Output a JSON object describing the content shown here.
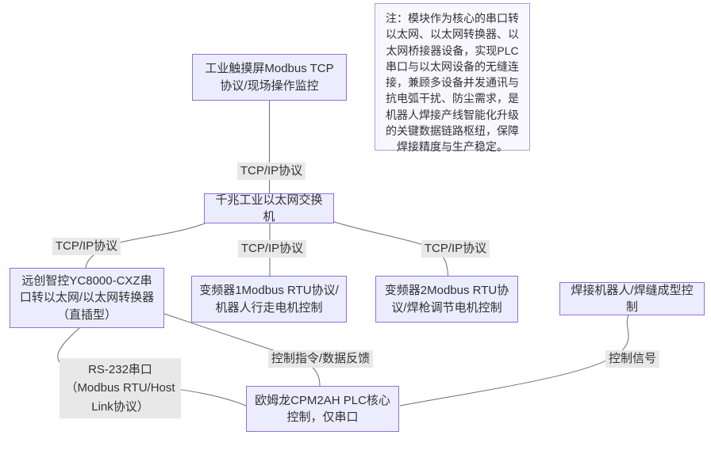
{
  "nodes": {
    "hmi": {
      "label": "工业触摸屏Modbus TCP协议/现场操作监控"
    },
    "switch": {
      "label": "千兆工业以太网交换机"
    },
    "converter": {
      "label": "远创智控YC8000-CXZ串口转以太网/以太网转换器（直插型）"
    },
    "vfd1": {
      "label": "变频器1Modbus RTU协议/机器人行走电机控制"
    },
    "vfd2": {
      "label": "变频器2Modbus RTU协议/焊枪调节电机控制"
    },
    "robot": {
      "label": "焊接机器人/焊缝成型控制"
    },
    "plc": {
      "label": "欧姆龙CPM2AH PLC核心控制，仅串口"
    }
  },
  "note": {
    "text": "注：模块作为核心的串口转以太网、以太网转换器、以太网桥接器设备，实现PLC串口与以太网设备的无缝连接，兼顾多设备并发通讯与抗电弧干扰、防尘需求，是机器人焊接产线智能化升级的关键数据链路枢纽，保障焊接精度与生产稳定。"
  },
  "edges": {
    "hmi_switch": {
      "label": "TCP/IP协议"
    },
    "switch_converter": {
      "label": "TCP/IP协议"
    },
    "switch_vfd1": {
      "label": "TCP/IP协议"
    },
    "switch_vfd2": {
      "label": "TCP/IP协议"
    },
    "plc_converter": {
      "label": "RS-232串口（Modbus RTU/Host Link协议）"
    },
    "converter_plc": {
      "label": "控制指令/数据反馈"
    },
    "robot_plc": {
      "label": "控制信号"
    }
  },
  "colors": {
    "node_fill": "#ECECFF",
    "node_border": "#9370DB",
    "note_fill": "#F8F7FF",
    "note_border": "#AC9EDC",
    "edge_label_bg": "#E8E8E8",
    "edge_line": "#6E6E6E",
    "text": "#333333"
  }
}
